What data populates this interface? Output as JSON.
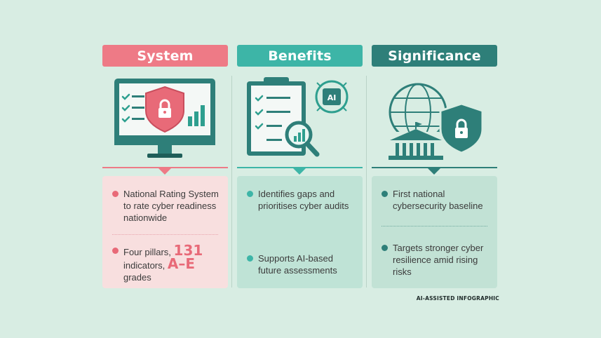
{
  "columns": [
    {
      "title": "System",
      "items": [
        "National Rating System to rate cyber readiness nationwide",
        {
          "before": "Four pillars, ",
          "num": "131",
          "mid": "indicators, ",
          "grade": "A–E",
          "after": " grades"
        }
      ],
      "icon": "monitor-shield-checklist-icon"
    },
    {
      "title": "Benefits",
      "items": [
        "Identifies gaps and prioritises cyber audits",
        "Supports AI-based future assessments"
      ],
      "icon": "clipboard-magnifier-ai-icon",
      "ai_badge": "AI"
    },
    {
      "title": "Significance",
      "items": [
        "First national cybersecurity baseline",
        "Targets stronger cyber resilience amid rising risks"
      ],
      "icon": "globe-government-shield-icon"
    }
  ],
  "footer": "AI-ASSISTED INFOGRAPHIC",
  "colors": {
    "background": "#d8ede3",
    "system": "#ee7a86",
    "benefits": "#3db5a7",
    "significance": "#2e7f79",
    "card_system": "#f8dfdf",
    "card_benefits": "#bfe3d6",
    "card_significance": "#c2e2d5"
  }
}
